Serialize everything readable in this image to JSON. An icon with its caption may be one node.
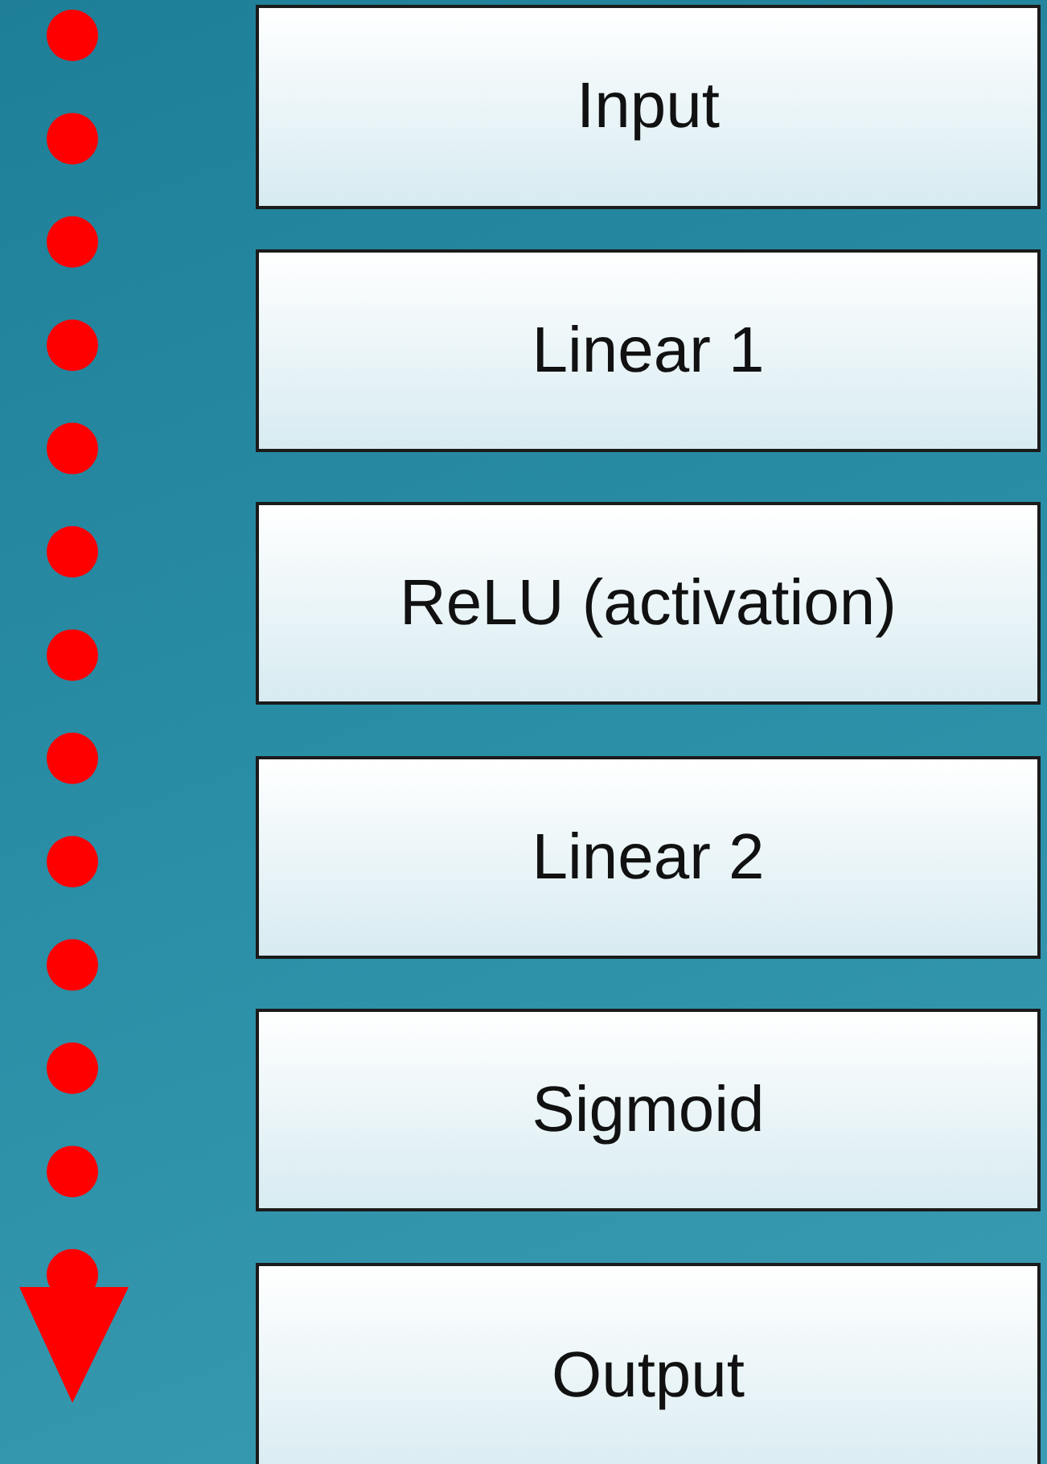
{
  "diagram": {
    "nodes": [
      {
        "text": [
          "Input"
        ]
      },
      {
        "text": [
          "Linear 1"
        ]
      },
      {
        "text": [
          "ReLU (activation)"
        ]
      },
      {
        "text": [
          "Linear 2"
        ]
      },
      {
        "text": [
          "Sigmoid"
        ]
      },
      {
        "text": [
          "Output"
        ]
      }
    ]
  }
}
